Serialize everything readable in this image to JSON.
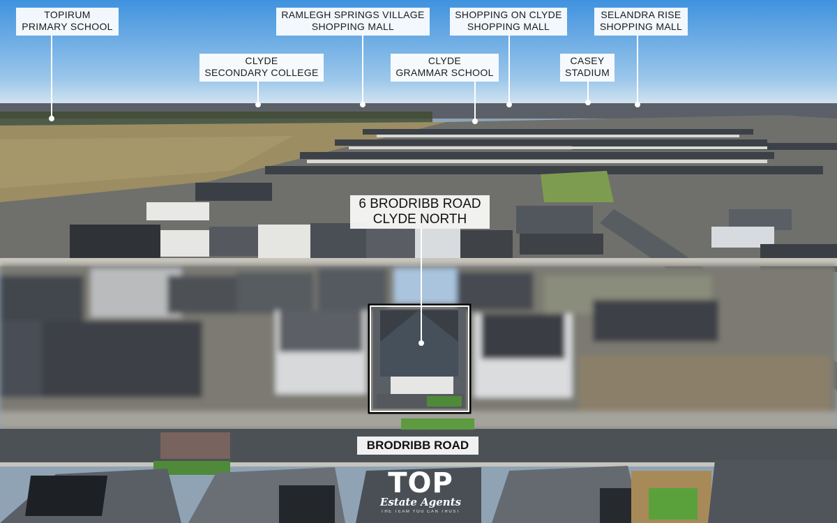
{
  "landmarks": [
    {
      "id": "topirum",
      "lines": [
        "TOPIRUM",
        "PRIMARY SCHOOL"
      ]
    },
    {
      "id": "ramlegh",
      "lines": [
        "RAMLEGH SPRINGS VILLAGE",
        "SHOPPING MALL"
      ]
    },
    {
      "id": "shopping-clyde",
      "lines": [
        "SHOPPING ON CLYDE",
        "SHOPPING MALL"
      ]
    },
    {
      "id": "selandra",
      "lines": [
        "SELANDRA RISE",
        "SHOPPING MALL"
      ]
    },
    {
      "id": "clyde-secondary",
      "lines": [
        "CLYDE",
        "SECONDARY COLLEGE"
      ]
    },
    {
      "id": "clyde-grammar",
      "lines": [
        "CLYDE",
        "GRAMMAR SCHOOL"
      ]
    },
    {
      "id": "casey",
      "lines": [
        "CASEY",
        "STADIUM"
      ]
    }
  ],
  "property": {
    "line1": "6 BRODRIBB ROAD",
    "line2": "CLYDE NORTH"
  },
  "road": {
    "name": "BRODRIBB ROAD"
  },
  "brand": {
    "name": "TOP",
    "sub": "Estate Agents",
    "tagline": "THE TEAM YOU CAN TRUST"
  },
  "colors": {
    "sky_top": "#4a9be0",
    "sky_bottom": "#cfe3f2",
    "field": "#9b8a5e",
    "road": "#4d5257",
    "roof": "#3a3f45"
  }
}
